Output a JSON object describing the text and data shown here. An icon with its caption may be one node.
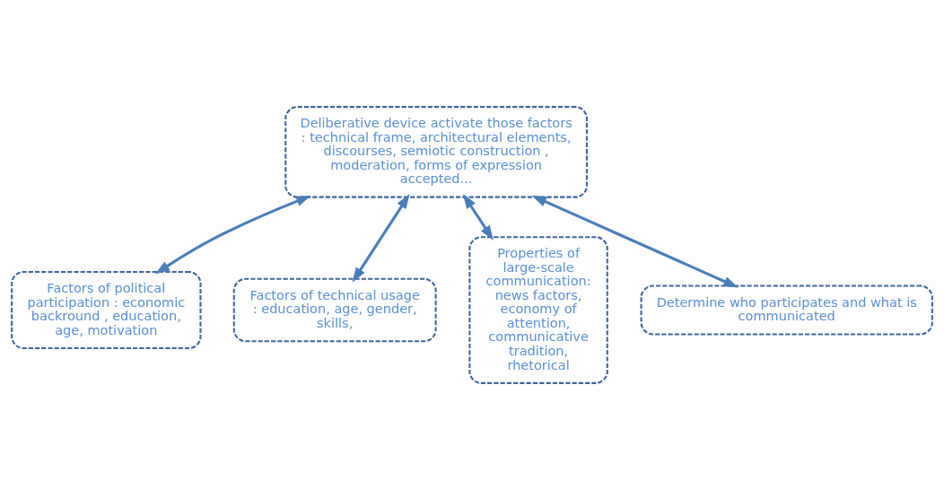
{
  "diagram": {
    "nodes": [
      {
        "text": [
          "Factors of political participation : economic backround , education, age, motivation"
        ]
      },
      {
        "text": [
          "Factors of technical usage : education, age, gender, skills,"
        ]
      },
      {
        "text": [
          "Properties of large-scale communication: news factors, economy of attention, communicative tradition, rhetorical"
        ]
      },
      {
        "text": [
          "Deliberative device activate those factors : technical frame, architectural elements, discourses, semiotic construction , moderation, forms of expression accepted..."
        ]
      },
      {
        "text": [
          "Determine who participates and what is communicated"
        ]
      }
    ],
    "edges": [
      {
        "from": 3,
        "to": 0,
        "arrow": "both"
      },
      {
        "from": 3,
        "to": 1,
        "arrow": "both"
      },
      {
        "from": 3,
        "to": 2,
        "arrow": "both"
      },
      {
        "from": 3,
        "to": 4,
        "arrow": "both"
      }
    ]
  }
}
